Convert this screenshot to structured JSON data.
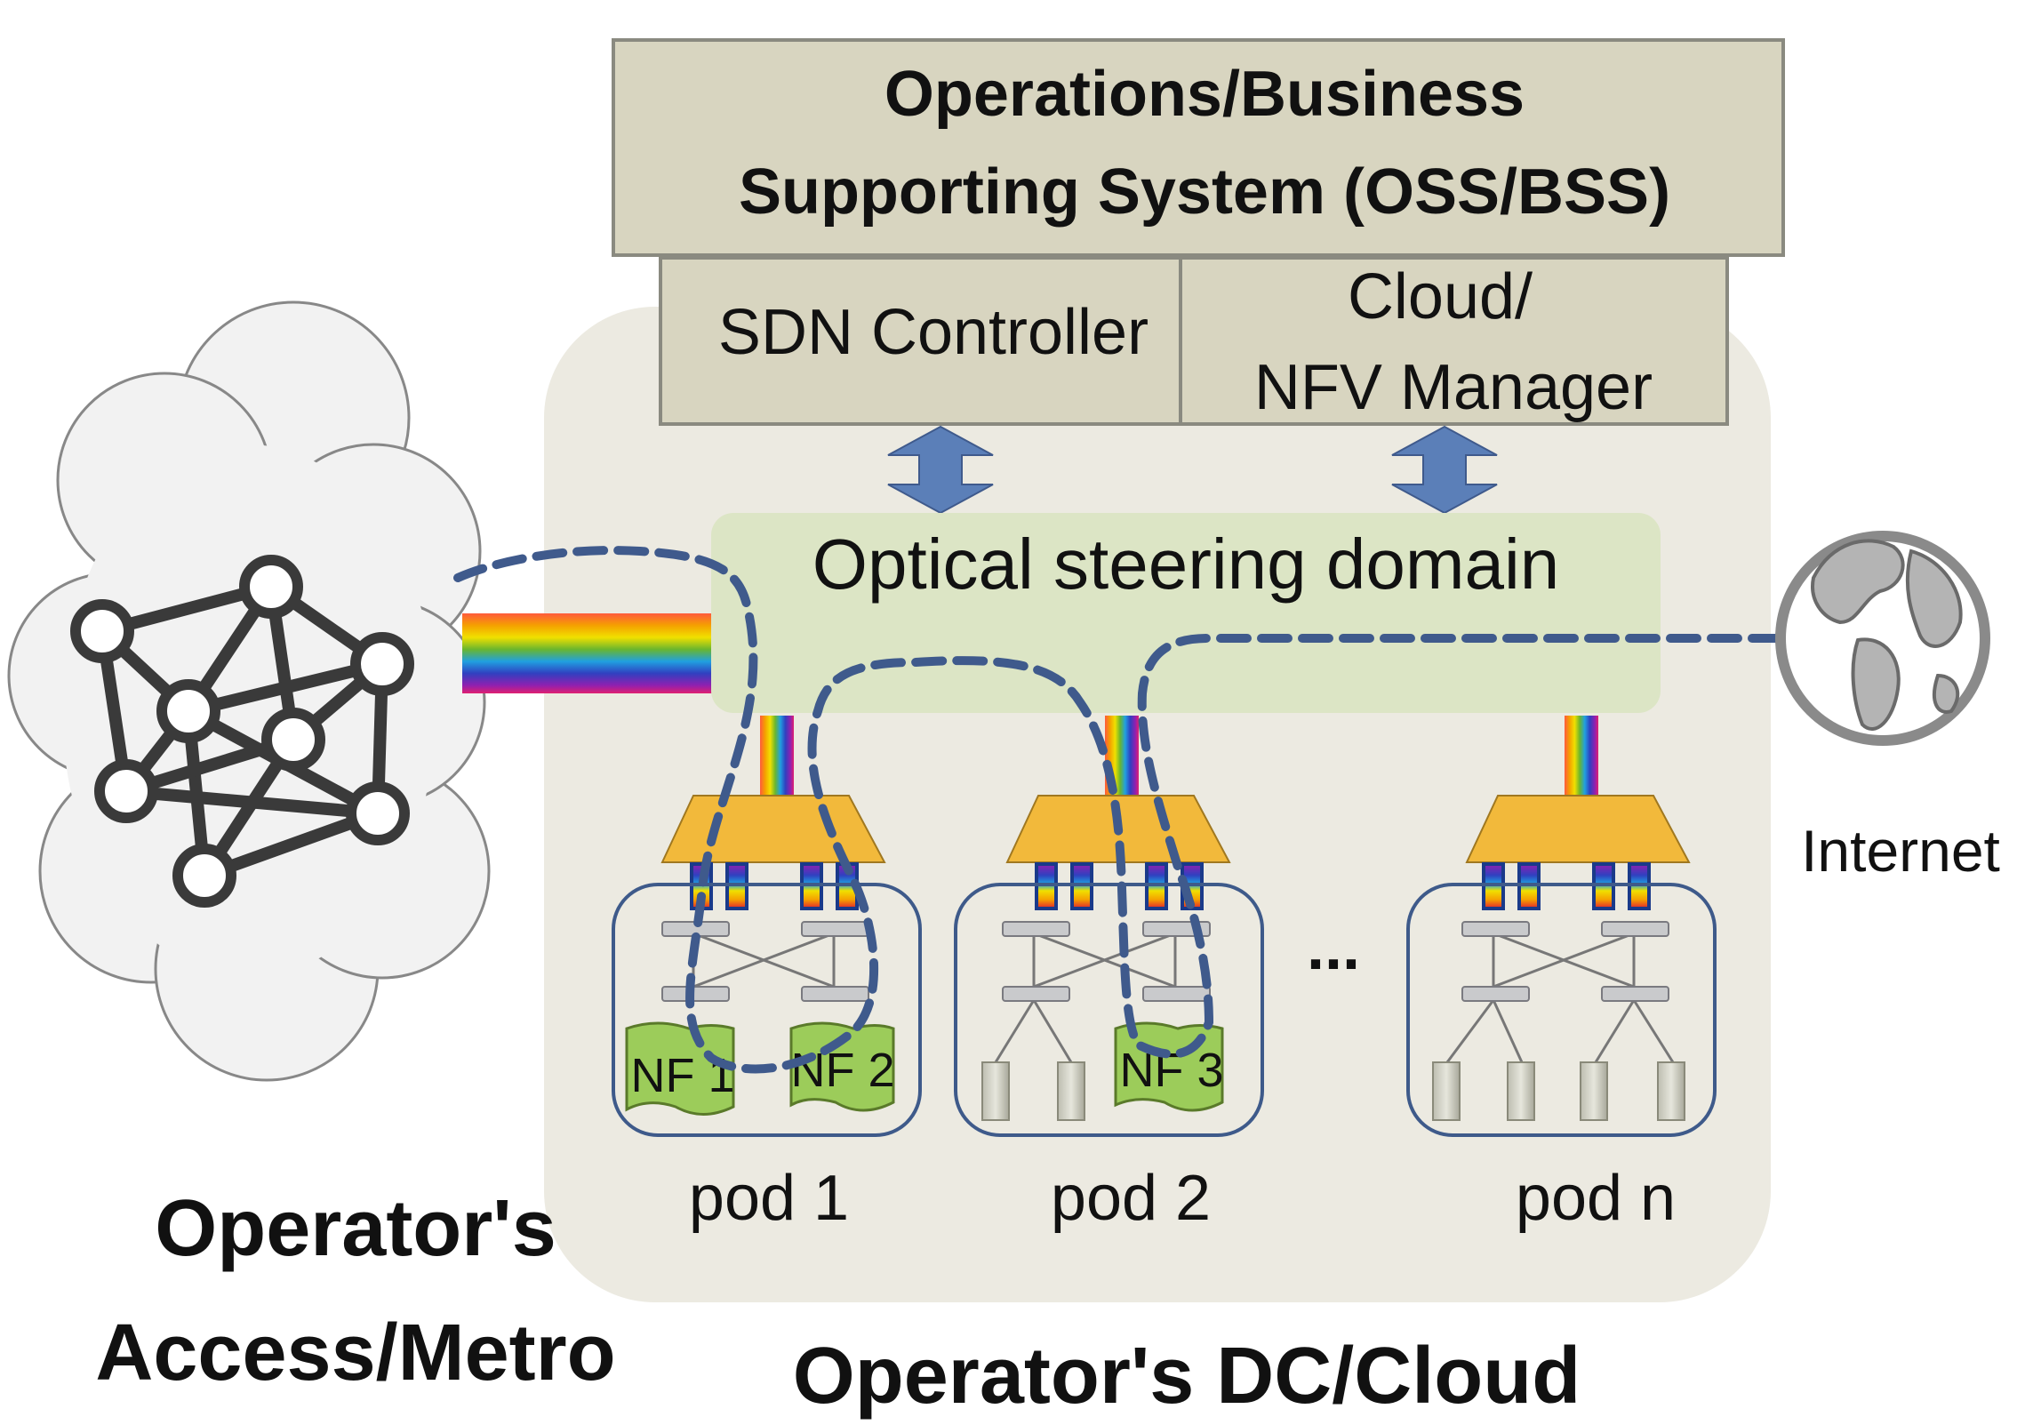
{
  "oss_bss": {
    "line1": "Operations/Business",
    "line2": "Supporting System (OSS/BSS)"
  },
  "sdn_controller": {
    "label": "SDN Controller"
  },
  "nfv_manager": {
    "line1": "Cloud/",
    "line2": "NFV Manager"
  },
  "optical_domain": {
    "label": "Optical steering domain"
  },
  "pods": [
    {
      "label": "pod 1",
      "nfs": [
        "NF 1",
        "NF 2"
      ]
    },
    {
      "label": "pod 2",
      "nfs": [
        "NF 3"
      ]
    },
    {
      "label": "pod n",
      "nfs": []
    }
  ],
  "ellipsis": "...",
  "internet": {
    "label": "Internet"
  },
  "access_metro": {
    "line1": "Operator's",
    "line2": "Access/Metro"
  },
  "dc_cloud": {
    "label": "Operator's DC/Cloud"
  },
  "colors": {
    "oss_fill": "#d8d5c0",
    "dc_background": "#eceae1",
    "optical_domain_fill": "#dce5c5",
    "arrow_fill": "#5b7fb8",
    "path_stroke": "#3f5a8c",
    "mux_fill": "#f2b93b",
    "pod_stroke": "#3e5a8a",
    "nf_fill": "#9ccc5a",
    "cloud_fill": "#f2f2f2",
    "graph_stroke": "#3a3a3a"
  },
  "icons": [
    "network-graph-icon",
    "globe-icon",
    "switch-icon",
    "server-icon",
    "nf-icon"
  ]
}
